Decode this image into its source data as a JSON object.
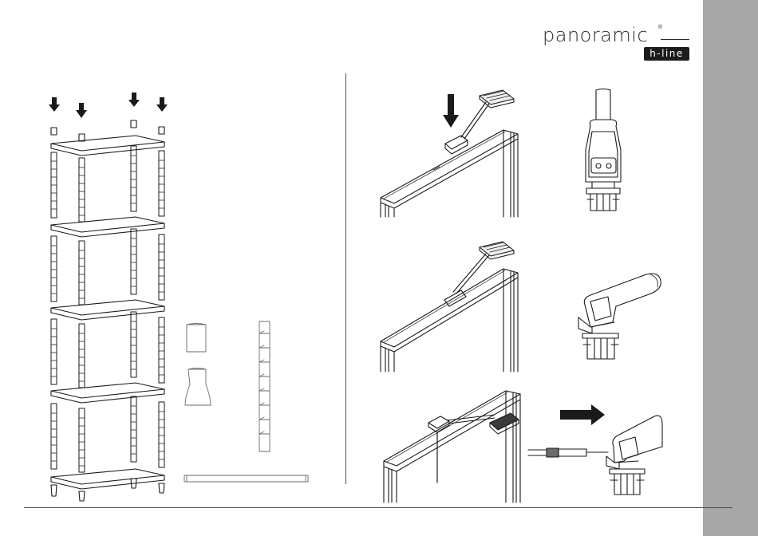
{
  "logo": {
    "wordmark": "panoramic",
    "registered_mark": "®",
    "badge": "h-line"
  },
  "colors": {
    "side_band": "#a7a7a7",
    "line_art": "#1a1a1a",
    "badge_background": "#1c1c1c"
  },
  "icons": {
    "down_arrows": 5,
    "right_arrows": 1
  }
}
